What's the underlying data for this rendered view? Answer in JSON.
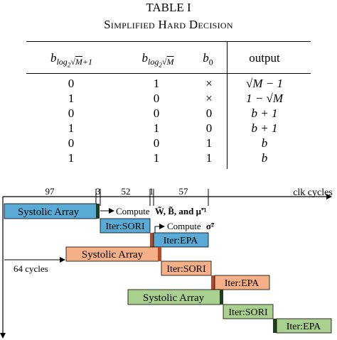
{
  "table": {
    "caption_line1": "TABLE I",
    "caption_line2": "Simplified Hard Decision",
    "headers": [
      "b_{log2√M+1}",
      "b_{log2√M}",
      "b0",
      "output"
    ],
    "rows": [
      [
        "0",
        "1",
        "×",
        "√M − 1"
      ],
      [
        "1",
        "0",
        "×",
        "1 − √M"
      ],
      [
        "0",
        "0",
        "0",
        "b + 1"
      ],
      [
        "1",
        "1",
        "0",
        "b + 1"
      ],
      [
        "0",
        "0",
        "1",
        "b"
      ],
      [
        "1",
        "1",
        "1",
        "b"
      ]
    ]
  },
  "timing": {
    "axis_label": "clk cycles",
    "segments": [
      "97",
      "3",
      "52",
      "1",
      "57"
    ],
    "offset_label": "64 cycles",
    "annotations": {
      "compute1": "Compute",
      "compute1_terms": "W̃,  B̃,  and  μ̃′¹",
      "compute2": "Compute",
      "compute2_terms": "σ̃²"
    },
    "blocks": [
      {
        "label": "Systolic Array",
        "color": "#5aaad6"
      },
      {
        "label": "Iter:SORI",
        "color": "#5aaad6"
      },
      {
        "label": "Iter:EPA",
        "color": "#5aaad6"
      },
      {
        "label": "Systolic Array",
        "color": "#f6b087"
      },
      {
        "label": "Iter:SORI",
        "color": "#f6b087"
      },
      {
        "label": "Iter:EPA",
        "color": "#f6b087"
      },
      {
        "label": "Systolic Array",
        "color": "#a9d08e"
      },
      {
        "label": "Iter:SORI",
        "color": "#a9d08e"
      },
      {
        "label": "Iter:EPA",
        "color": "#a9d08e"
      }
    ]
  }
}
